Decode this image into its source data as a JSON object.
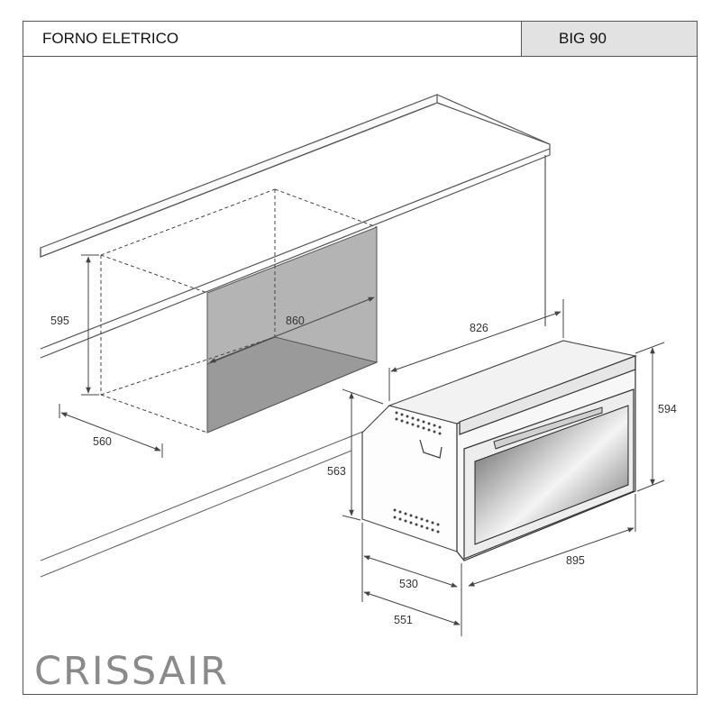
{
  "header": {
    "product_type": "FORNO ELETRICO",
    "model": "BIG 90"
  },
  "dimensions": {
    "niche_height": "595",
    "niche_width": "860",
    "niche_depth": "560",
    "oven_width_top": "826",
    "oven_height": "594",
    "oven_body_height": "563",
    "oven_front_width": "895",
    "oven_body_depth": "530",
    "oven_total_depth": "551"
  },
  "brand": {
    "logo_text_a": "CRISS",
    "logo_text_b": "AIR"
  },
  "colors": {
    "line": "#555555",
    "niche_fill": "#b4b4b4",
    "logo": "#8a8a8a"
  }
}
